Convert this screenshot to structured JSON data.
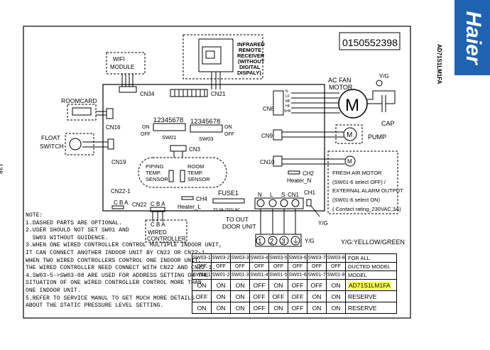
{
  "header": {
    "doc_number": "0150552398",
    "side_model": "AD71S1LM1FA",
    "brand": "Haier",
    "page_number": "138"
  },
  "labels": {
    "wifi_l1": "WIFI",
    "wifi_l2": "MODULE",
    "cn34": "CN34",
    "cn21": "CN21",
    "ir_l1": "INFRARED",
    "ir_l2": "REMOTE",
    "ir_l3": "RECEIVER",
    "ir_l4": "(WITHOUT",
    "ir_l5": "DIGITAL",
    "ir_l6": "DISPALY)",
    "ac_fan_l1": "AC FAN",
    "ac_fan_l2": "MOTOR",
    "yg": "Y/G",
    "cap": "CAP",
    "cn6": "CN6",
    "w_n": "N",
    "w_lf": "LF",
    "w_mf": "MF",
    "w_hf": "HF",
    "w_shf": "SHF",
    "motor_m": "M",
    "cn9": "CN9",
    "pump": "PUMP",
    "roomcard": "ROOMCARD",
    "cn16": "CN16",
    "float_l1": "FLOAT",
    "float_l2": "SWITCH",
    "cn19": "CN19",
    "sw_digits": "12345678",
    "on": "ON",
    "off": "OFF",
    "sw01": "SW01",
    "sw03": "SW03",
    "cn3": "CN3",
    "piping_l1": "PIPING",
    "piping_l2": "TEMP.",
    "piping_l3": "SENSOR",
    "room_l1": "ROOM",
    "room_l2": "TEMP.",
    "room_l3": "SENSOR",
    "cn10": "CN10",
    "fresh_l1": "FRESH AIR MOTOR",
    "fresh_l2": "(SW01-6 select OFF) /",
    "fresh_l3": "EXTERNAL ALARM OUTPUT",
    "fresh_l4": "(SW01-6 select ON)",
    "fresh_l5": "( Contact rating_230VAC,3A)",
    "ch2": "CH2",
    "heater_n": "Heater_N",
    "cn22_1": "CN22-1",
    "cba": "C B A",
    "cn22": "CN22",
    "ch4": "CH4",
    "heater_l": "Heater_L",
    "fuse1": "FUSE1",
    "fuse_rating": "T5.0A-250V AC",
    "to_out_l1": "TO OUT",
    "to_out_l2": "DOOR UNIT",
    "t_n": "N",
    "t_l": "L",
    "t_s": "S",
    "cn1": "CN1",
    "ch1": "CH1",
    "circ_1": "1",
    "circ_2": "2",
    "circ_3": "3",
    "wired_l1": "WIRED",
    "wired_l2": "CONTROLLER",
    "yg_note": "Y/G:YELLOW/GREEN",
    "gnd_symbol": "⏚"
  },
  "notes": [
    "NOTE:",
    "1.DASHED PARTS ARE OPTIONAL.",
    "2.USER SHOULD NOT SET SW01 AND",
    "  SW03 WITHOUT GUIDENCE.",
    "3.WHEN ONE WIRED CONTROLLER CONTROL MULTIPLE INDOOR UNIT,",
    "IT CAN CONNECT ANOTHER INDOOR UNIT BY CN22 OR CN22-1.",
    "WHEN TWO WIRED CONTROLLERS CONTROL ONE INDOOR UNIT,",
    "THE WIRED CONTROLLER NEED CONNECT WITH CN22 AND CN22-1.",
    "4.SW03-5->SW03-08 ARE USED FOR ADDRESS SETTING ON THE",
    "SITUATION OF ONE WIRED CONTROLLER CONTROL MORE THAN",
    "ONE INDOOR UNIT.",
    "5.REFER TO SERVICE MANUL TO GET MUCH MORE DETAILS",
    "ABOUT THE STATIC PRESSURE LEVEL SETTING."
  ],
  "switch_table": {
    "rows": [
      {
        "cells": [
          "SW03-1",
          "SW03-2",
          "SW03-3",
          "SW03-4",
          "SW03-5",
          "SW03-6",
          "SW03-7",
          "SW03-8"
        ],
        "last": "FOR ALL",
        "big": false
      },
      {
        "cells": [
          "OFF",
          "OFF",
          "OFF",
          "OFF",
          "OFF",
          "OFF",
          "OFF",
          "OFF"
        ],
        "last": "DUCTED MODEL",
        "big": false
      },
      {
        "cells": [
          "SW01-1",
          "SW01-2",
          "SW01-3",
          "SW01-4",
          "SW01-5",
          "SW01-6",
          "SW01-7",
          "SW01-8"
        ],
        "last": "MODEL",
        "big": false
      },
      {
        "cells": [
          "ON",
          "ON",
          "ON",
          "OFF",
          "ON",
          "OFF",
          "OFF",
          "ON"
        ],
        "last": "AD71S1LM1FA",
        "big": true,
        "highlight": true
      },
      {
        "cells": [
          "OFF",
          "ON",
          "ON",
          "OFF",
          "OFF",
          "OFF",
          "ON",
          "ON"
        ],
        "last": "RESERVE",
        "big": true
      },
      {
        "cells": [
          "ON",
          "ON",
          "ON",
          "OFF",
          "ON",
          "OFF",
          "ON",
          "ON"
        ],
        "last": "RESERVE",
        "big": true
      }
    ]
  }
}
